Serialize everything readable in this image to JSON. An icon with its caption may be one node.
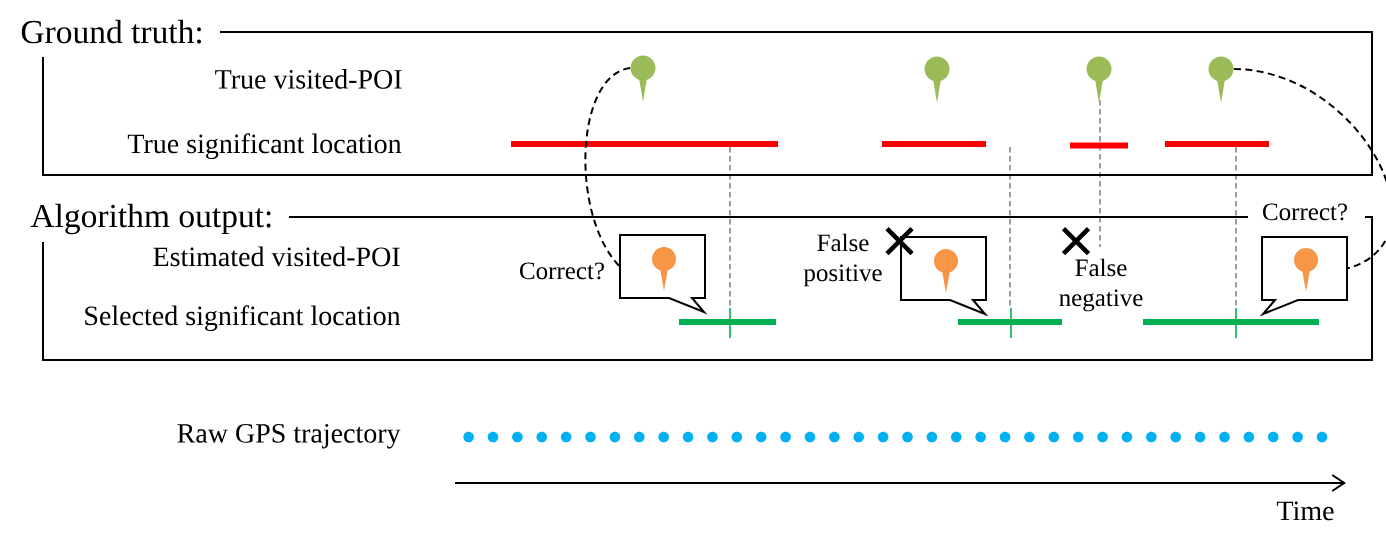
{
  "diagram": {
    "nodes": [
      {
        "text": [
          "Ground truth:"
        ]
      },
      {
        "text": [],
        "shape": "pin",
        "in": 0
      },
      {
        "text": [],
        "shape": "pin",
        "in": 0
      },
      {
        "text": [],
        "shape": "pin",
        "in": 0
      },
      {
        "text": [],
        "shape": "pin",
        "in": 0
      },
      {
        "text": [
          "Algorithm output:"
        ]
      },
      {
        "text": [],
        "shape": "callout",
        "in": 5
      },
      {
        "text": [],
        "shape": "pin",
        "in": 6
      },
      {
        "text": [],
        "shape": "callout",
        "in": 5
      },
      {
        "text": [],
        "shape": "pin",
        "in": 8
      },
      {
        "text": [],
        "shape": "callout",
        "in": 5
      },
      {
        "text": [],
        "shape": "pin",
        "in": 10
      }
    ],
    "edges": [
      {
        "from": 1,
        "to": 6,
        "arrow": "none",
        "style": "dashed",
        "label": "Correct?"
      },
      {
        "from": 4,
        "to": 10,
        "arrow": "none",
        "style": "dashed",
        "label": "Correct?"
      }
    ],
    "labels": [
      "True visited-POI",
      "True significant location",
      "Estimated visited-POI",
      "False positive",
      "False negative",
      "Selected significant location",
      "Raw GPS trajectory",
      "Time"
    ]
  }
}
